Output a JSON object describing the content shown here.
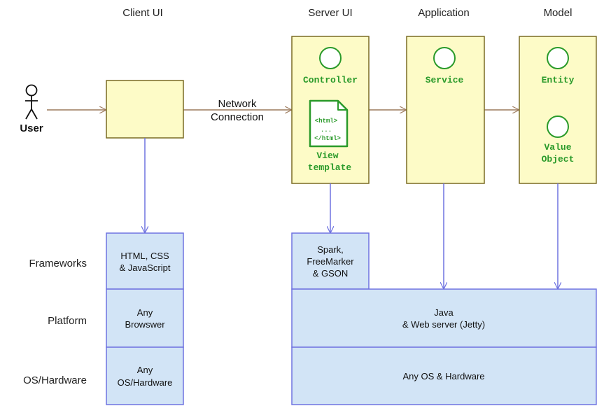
{
  "columns": {
    "client_ui": "Client UI",
    "server_ui": "Server UI",
    "application": "Application",
    "model": "Model"
  },
  "rows": {
    "frameworks": "Frameworks",
    "platform": "Platform",
    "os_hardware": "OS/Hardware"
  },
  "actor": {
    "label": "User"
  },
  "network": {
    "line1": "Network",
    "line2": "Connection"
  },
  "server_components": {
    "controller": "Controller",
    "view_line1": "View",
    "view_line2": "template"
  },
  "html_icon": {
    "line1": "<html>",
    "line2": "...",
    "line3": "</html>"
  },
  "application_components": {
    "service": "Service"
  },
  "model_components": {
    "entity": "Entity",
    "value_object_line1": "Value",
    "value_object_line2": "Object"
  },
  "layers": {
    "client_frameworks_line1": "HTML, CSS",
    "client_frameworks_line2": "& JavaScript",
    "client_platform_line1": "Any",
    "client_platform_line2": "Browswer",
    "client_os_line1": "Any",
    "client_os_line2": "OS/Hardware",
    "server_frameworks_line1": "Spark,",
    "server_frameworks_line2": "FreeMarker",
    "server_frameworks_line3": "& GSON",
    "server_platform_line1": "Java",
    "server_platform_line2": "& Web server (Jetty)",
    "server_os": "Any OS & Hardware"
  },
  "colors": {
    "component_fill": "#fdfbc7",
    "component_stroke": "#7a6b24",
    "layer_fill": "#d2e4f6",
    "layer_stroke": "#6f73e0",
    "green": "#2a9a2a",
    "brown_arrow": "#9c7a5c",
    "blue_arrow": "#6f73e0"
  }
}
